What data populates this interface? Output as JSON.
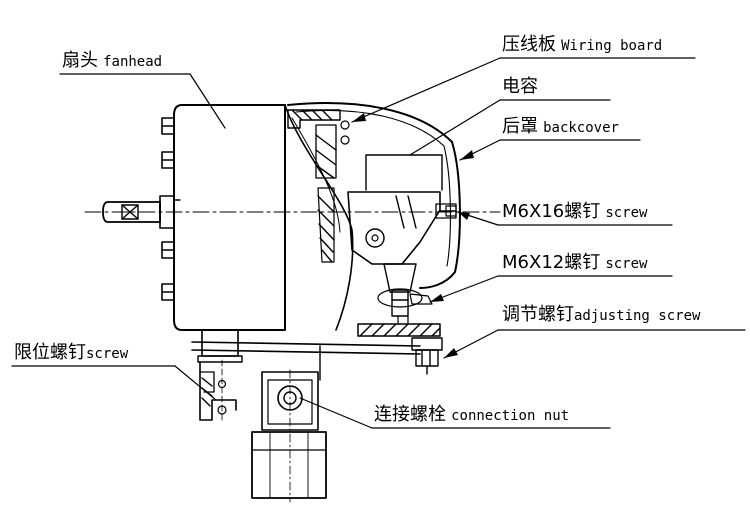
{
  "labels": {
    "fanhead": {
      "zh": "扇头",
      "en": "fanhead"
    },
    "wiring_board": {
      "zh": "压线板",
      "en": "Wiring board"
    },
    "capacitor": {
      "zh": "电容",
      "en": ""
    },
    "backcover": {
      "zh": "后罩",
      "en": "backcover"
    },
    "m6x16_screw": {
      "zh": "M6X16螺钉",
      "en": "screw"
    },
    "m6x12_screw": {
      "zh": "M6X12螺钉",
      "en": "screw"
    },
    "adjusting_screw": {
      "zh": "调节螺钉",
      "en": "adjusting screw"
    },
    "limit_screw": {
      "zh": "限位螺钉",
      "en": "screw"
    },
    "connection_nut": {
      "zh": "连接螺栓",
      "en": "connection nut"
    }
  },
  "colors": {
    "line": "#000000",
    "background": "#ffffff"
  }
}
